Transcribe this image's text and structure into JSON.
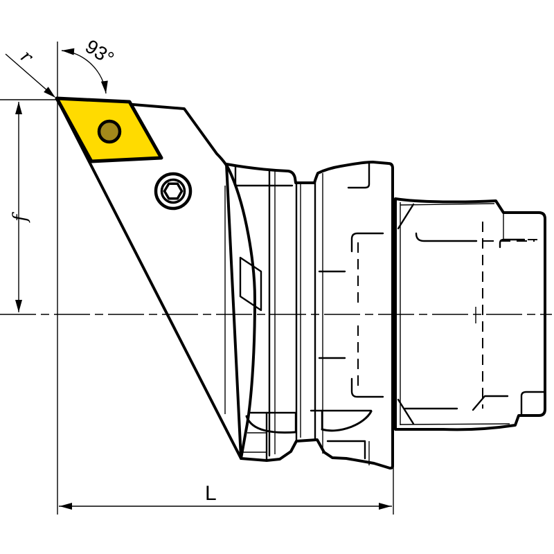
{
  "drawing": {
    "title": "turning-tool-holder-technical-drawing",
    "annotations": {
      "angle": "93°",
      "radius": "r",
      "offset_f": "f",
      "length_L": "L"
    },
    "colors": {
      "body_gray": "#b3b3b3",
      "insert_yellow": "#ffdb00",
      "insert_hole": "#a3891b",
      "line_black": "#000000",
      "background": "#ffffff"
    }
  }
}
